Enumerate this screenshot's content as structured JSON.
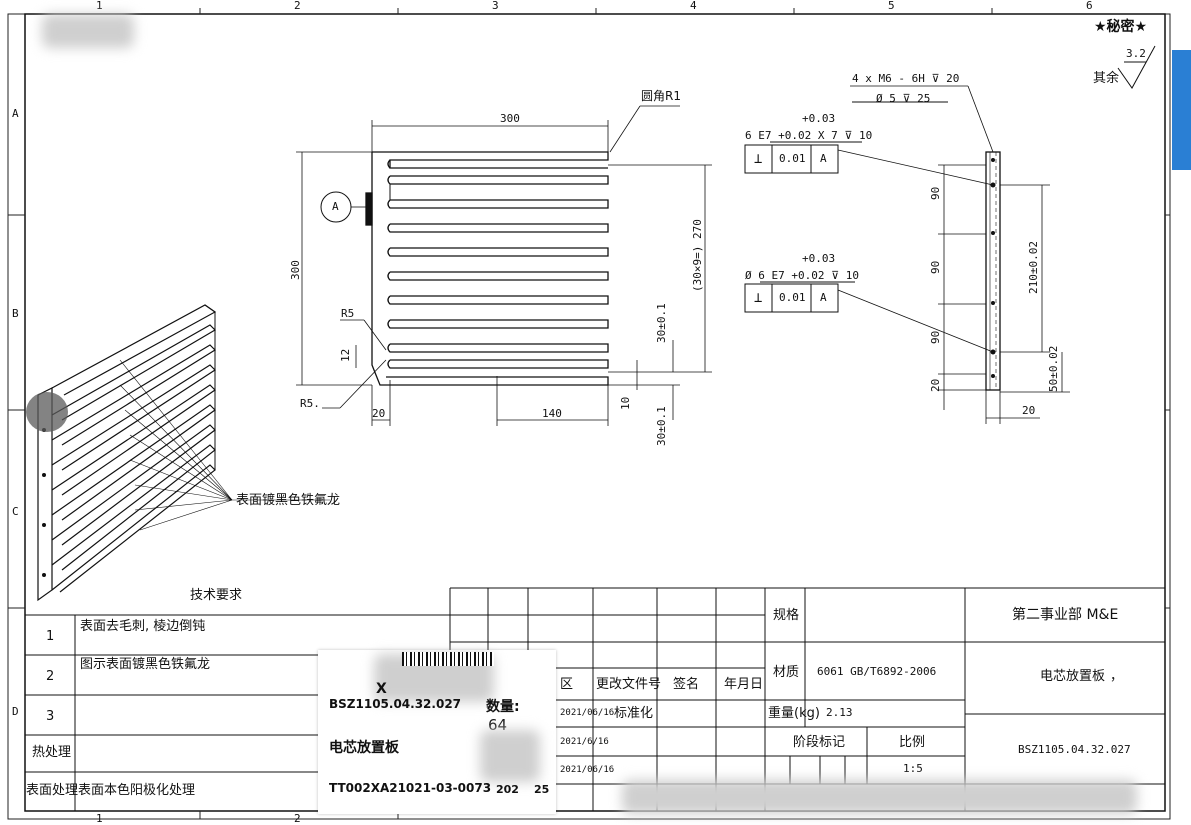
{
  "grid": {
    "cols": [
      "1",
      "2",
      "3",
      "4",
      "5",
      "6"
    ],
    "rows": [
      "A",
      "B",
      "C",
      "D"
    ]
  },
  "classification": "★秘密★",
  "roughness": {
    "value": "3.2",
    "label": "其余"
  },
  "front_view": {
    "dim_width": "300",
    "dim_height": "300",
    "corner_note": "圆角R1",
    "pitch_note": "(30×9=) 270",
    "datum_label": "A",
    "r5_top": "R5",
    "r5_bottom": "R5.",
    "dim_12": "12",
    "dim_20": "20",
    "dim_140": "140",
    "dim_10": "10",
    "dim_30a": "30±0.1",
    "dim_30b": "30±0.1"
  },
  "side_view": {
    "thread_note_1": "4 x  M6 - 6H ⊽ 20",
    "thread_note_2": "Ø 5 ⊽ 25",
    "hole1_tol": "+0.03",
    "hole1_note": "6 E7 +0.02 X 7 ⊽ 10",
    "hole2_tol": "+0.03",
    "hole2_note": "Ø 6 E7 +0.02 ⊽ 10",
    "gdt_symbol": "⊥",
    "gdt_value": "0.01",
    "gdt_datum": "A",
    "dim_90a": "90",
    "dim_90b": "90",
    "dim_90c": "90",
    "dim_20v": "20",
    "dim_210": "210±0.02",
    "dim_50": "50±0.02",
    "dim_20h": "20"
  },
  "iso_view": {
    "note": "表面镀黑色铁氟龙"
  },
  "tech_req": {
    "title": "技术要求",
    "rows": [
      {
        "no": "1",
        "text": "表面去毛刺, 棱边倒钝"
      },
      {
        "no": "2",
        "text": "图示表面镀黑色铁氟龙"
      },
      {
        "no": "3",
        "text": ""
      },
      {
        "no": "热处理",
        "text": ""
      },
      {
        "no": "表面处理",
        "text": "表面本色阳极化处理"
      }
    ]
  },
  "title_block": {
    "spec_label": "规格",
    "dept": "第二事业部 M&E",
    "material_label": "材质",
    "material_value": "6061 GB/T6892-2006",
    "part_name": "电芯放置板",
    "part_name_mark": "，",
    "weight_label": "重量(kg)",
    "weight_value": "2.13",
    "stage_label": "阶段标记",
    "scale_label": "比例",
    "scale_value": "1:5",
    "drawing_no": "BSZ1105.04.32.027",
    "rev_headers": [
      "区",
      "更改文件号",
      "签名",
      "年月日"
    ],
    "std_label": "标准化",
    "dates": [
      "2021/06/16",
      "2021/6/16",
      "2021/06/16"
    ]
  },
  "sticker": {
    "part_no": "BSZ1105.04.32.027",
    "qty_label": "数量:",
    "qty_value": "64",
    "name": "电芯放置板",
    "batch": "TT002XA21021-03-0073",
    "date_partial": "202",
    "date_tail": "25",
    "prefix": "X"
  }
}
